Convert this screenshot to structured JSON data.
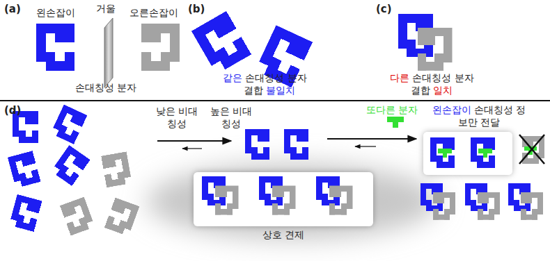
{
  "diagram": {
    "nodes": [
      {
        "text": [
          "상호 견제"
        ]
      }
    ],
    "labels": [
      "(a)",
      "왼손잡이",
      "거울",
      "오른손잡이",
      "손대칭성 분자",
      "(b)",
      "같은",
      "손대칭성 분자",
      "결합",
      "불일치",
      "(c)",
      "다른",
      "손대칭성 분자",
      "결합",
      "일치",
      "(d)",
      "낮은 비대칭성",
      "높은 비대칭성",
      "또다른 분자",
      "왼손잡이",
      "손대칭성 정보만 전달"
    ]
  }
}
